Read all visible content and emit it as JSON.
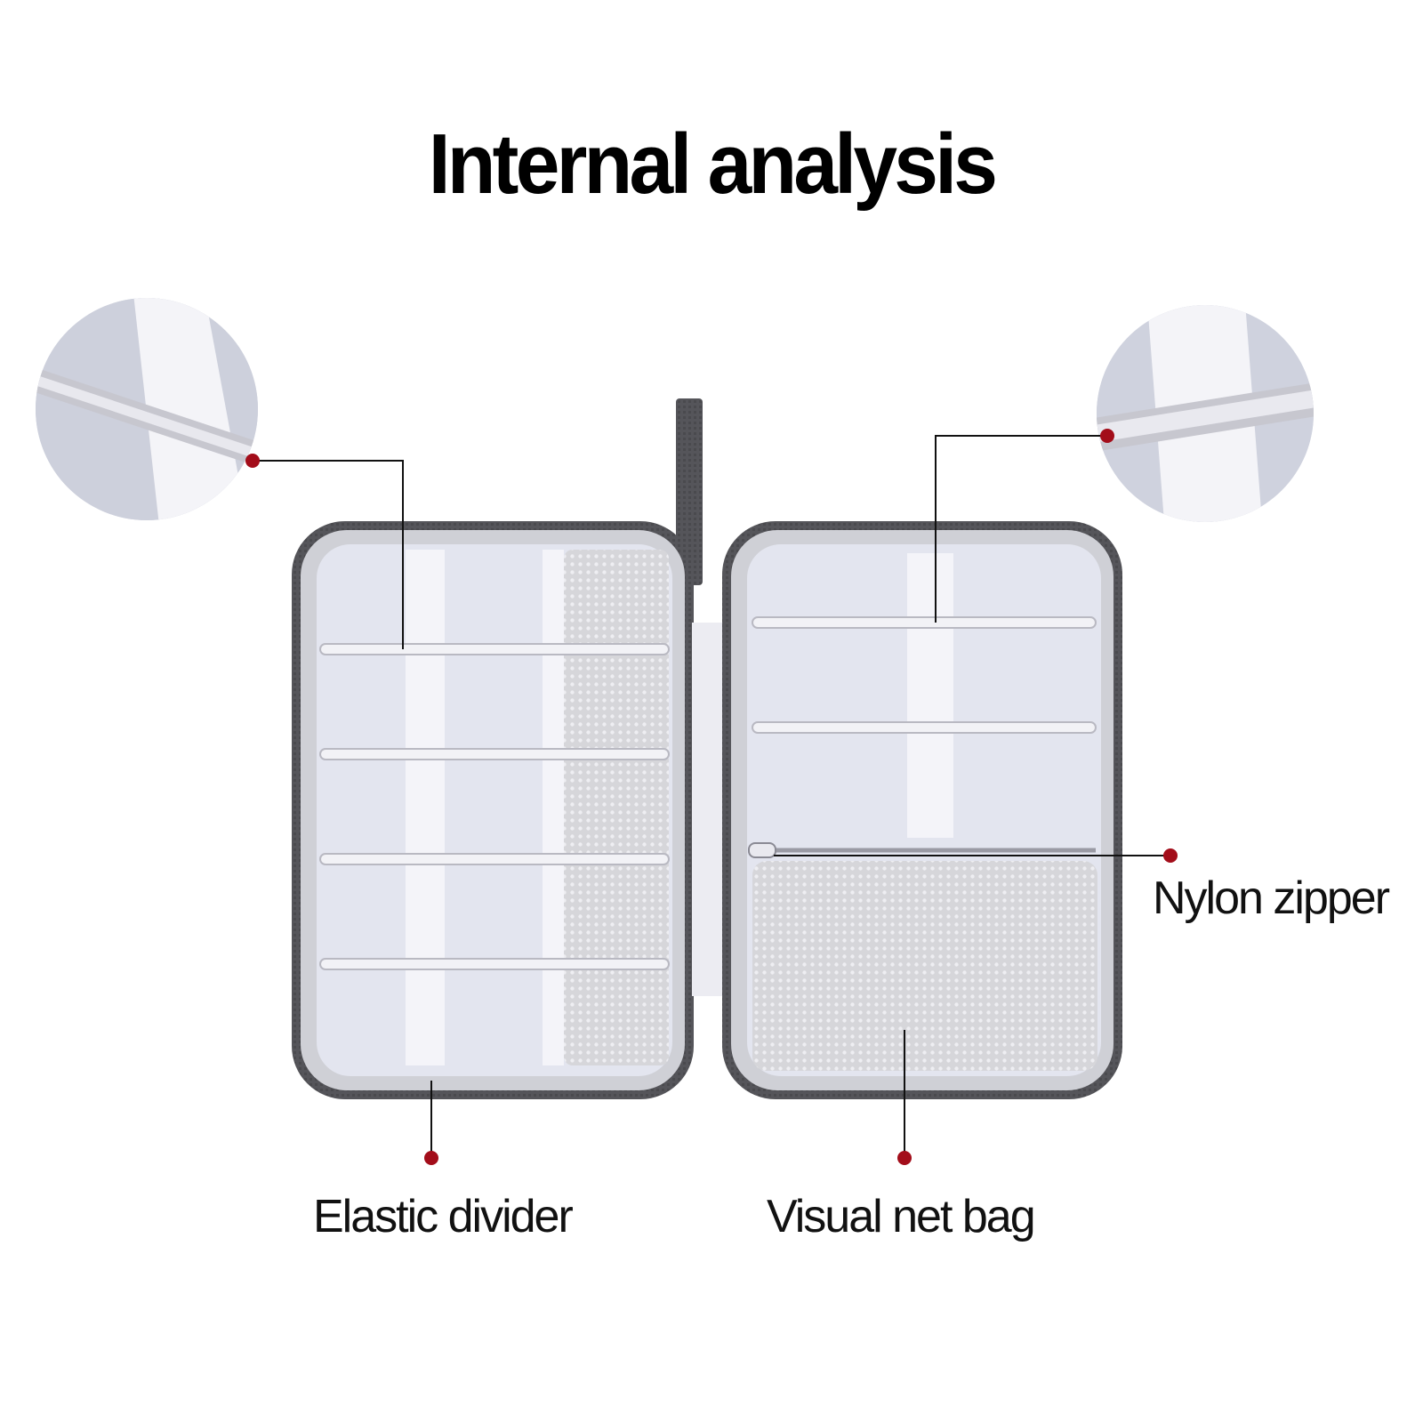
{
  "title": "Internal analysis",
  "callouts": {
    "elastic_divider": "Elastic divider",
    "visual_net_bag": "Visual net bag",
    "nylon_zipper": "Nylon zipper"
  },
  "colors": {
    "marker": "#a30d1a",
    "shell": "#4a4a4e",
    "lining": "#e4e6f0",
    "mesh": "#d4d4d8",
    "elastic": "#f6f6fa"
  }
}
